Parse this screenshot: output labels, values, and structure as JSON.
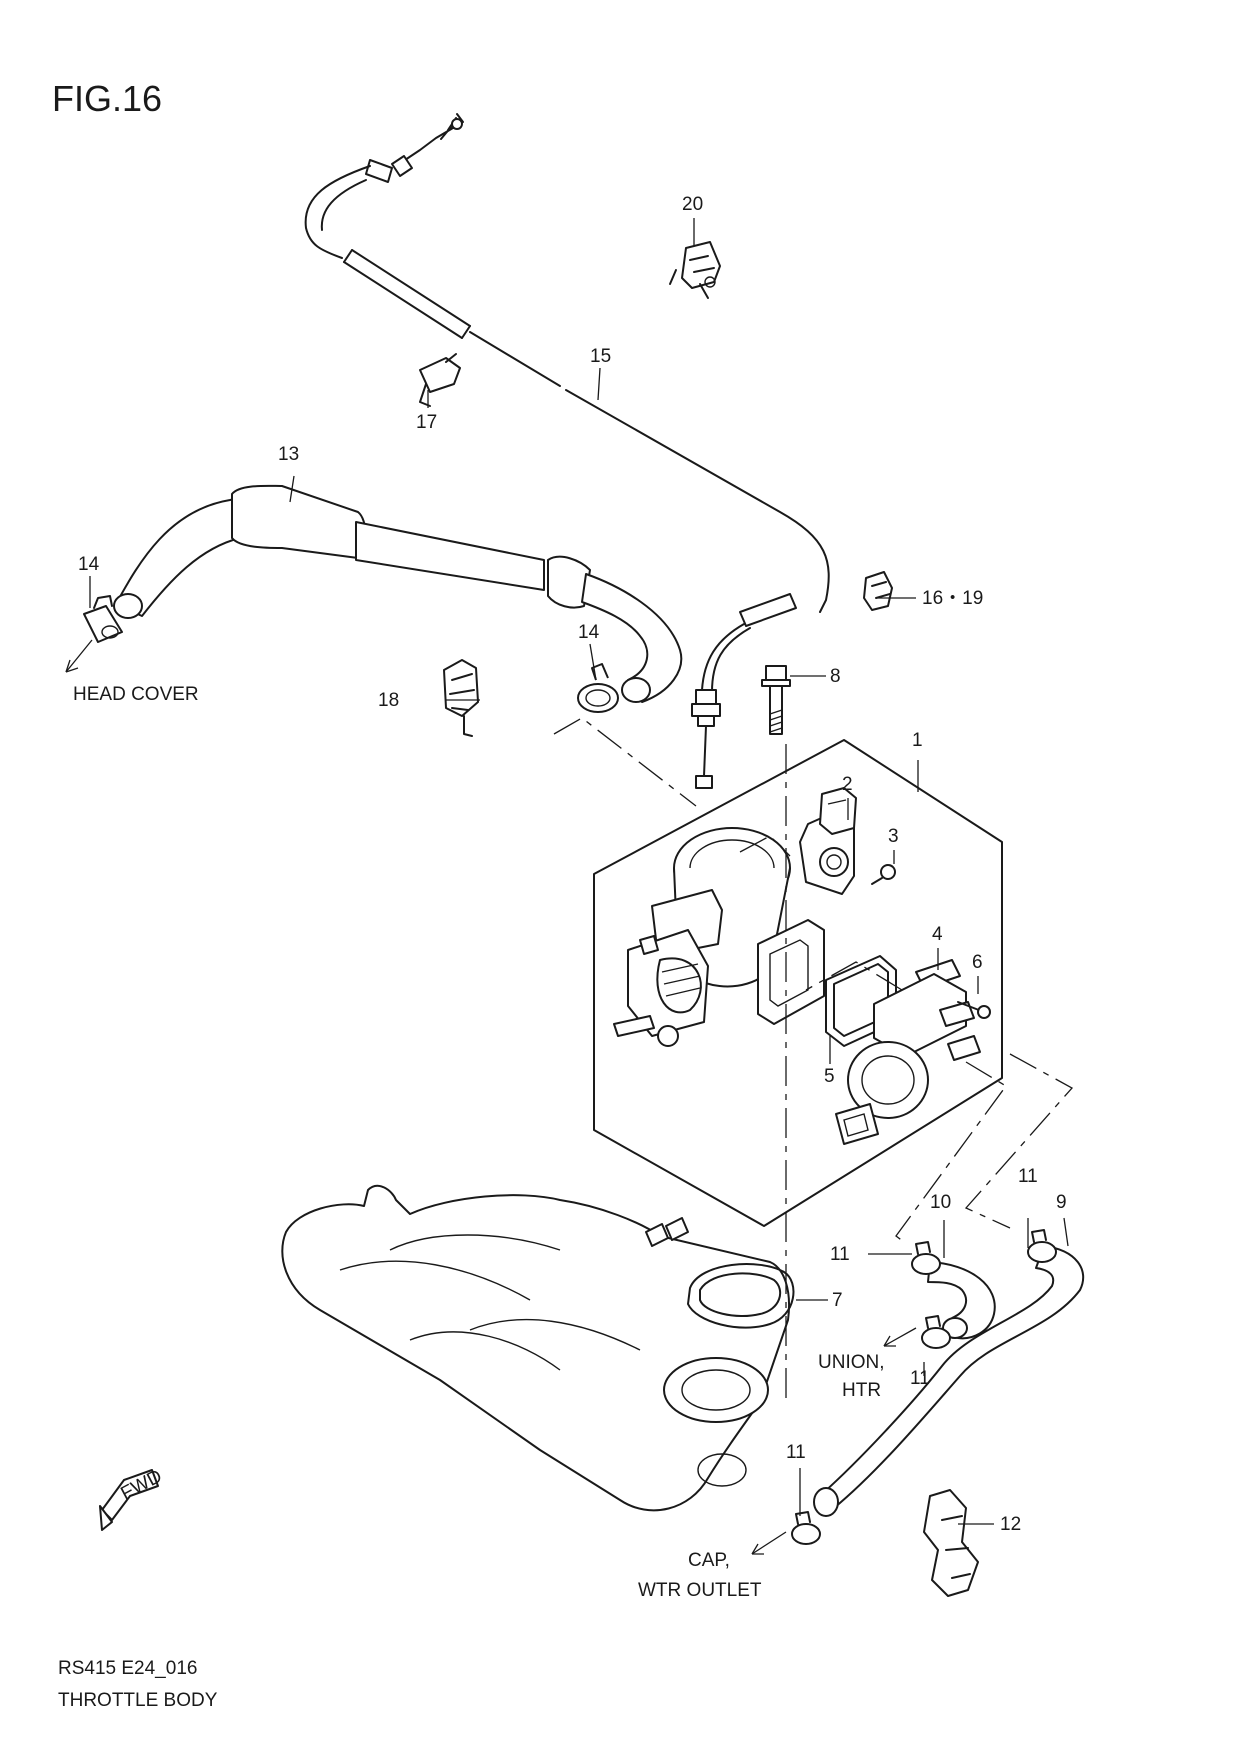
{
  "figure": {
    "title": "FIG.16",
    "code": "RS415 E24_016",
    "caption": "THROTTLE BODY"
  },
  "callouts": {
    "c1": "1",
    "c2": "2",
    "c3": "3",
    "c4": "4",
    "c5": "5",
    "c6": "6",
    "c7": "7",
    "c8": "8",
    "c9": "9",
    "c10": "10",
    "c11": "11",
    "c12": "12",
    "c13": "13",
    "c14": "14",
    "c15": "15",
    "c16_19": "16・19",
    "c17": "17",
    "c18": "18",
    "c20": "20"
  },
  "notes": {
    "head_cover": "HEAD COVER",
    "union_htr_1": "UNION,",
    "union_htr_2": "HTR",
    "cap_wtr_1": "CAP,",
    "cap_wtr_2": "WTR OUTLET",
    "fwd": "FWD"
  }
}
